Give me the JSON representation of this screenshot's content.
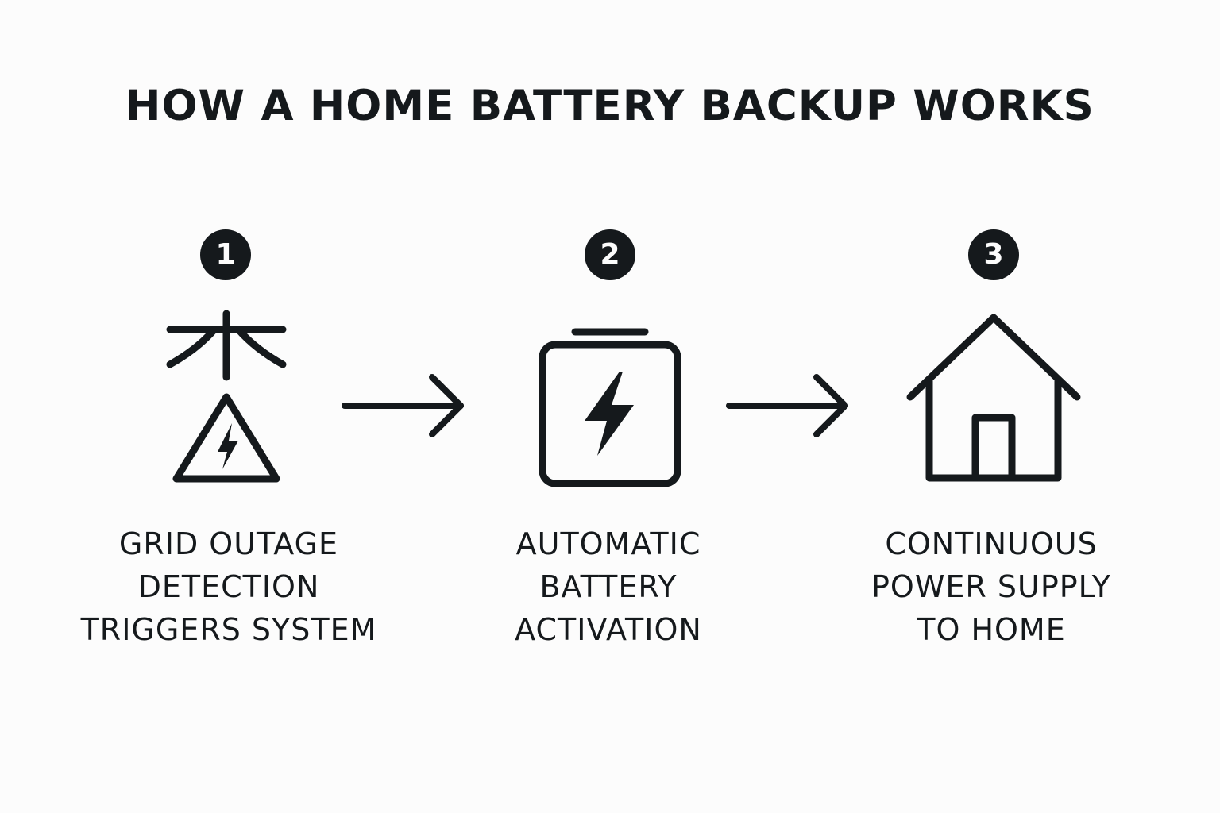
{
  "title": "HOW A HOME BATTERY BACKUP WORKS",
  "colors": {
    "ink": "#15191c",
    "background": "#fcfcfc"
  },
  "steps": [
    {
      "number": "1",
      "icon": "power-tower-warning-icon",
      "caption": [
        "GRID OUTAGE",
        "DETECTION",
        "TRIGGERS SYSTEM"
      ]
    },
    {
      "number": "2",
      "icon": "battery-bolt-icon",
      "caption": [
        "AUTOMATIC",
        "BATTERY",
        "ACTIVATION"
      ]
    },
    {
      "number": "3",
      "icon": "house-icon",
      "caption": [
        "CONTINUOUS",
        "POWER SUPPLY",
        "TO HOME"
      ]
    }
  ],
  "connectors": [
    "arrow-right-icon",
    "arrow-right-icon"
  ]
}
